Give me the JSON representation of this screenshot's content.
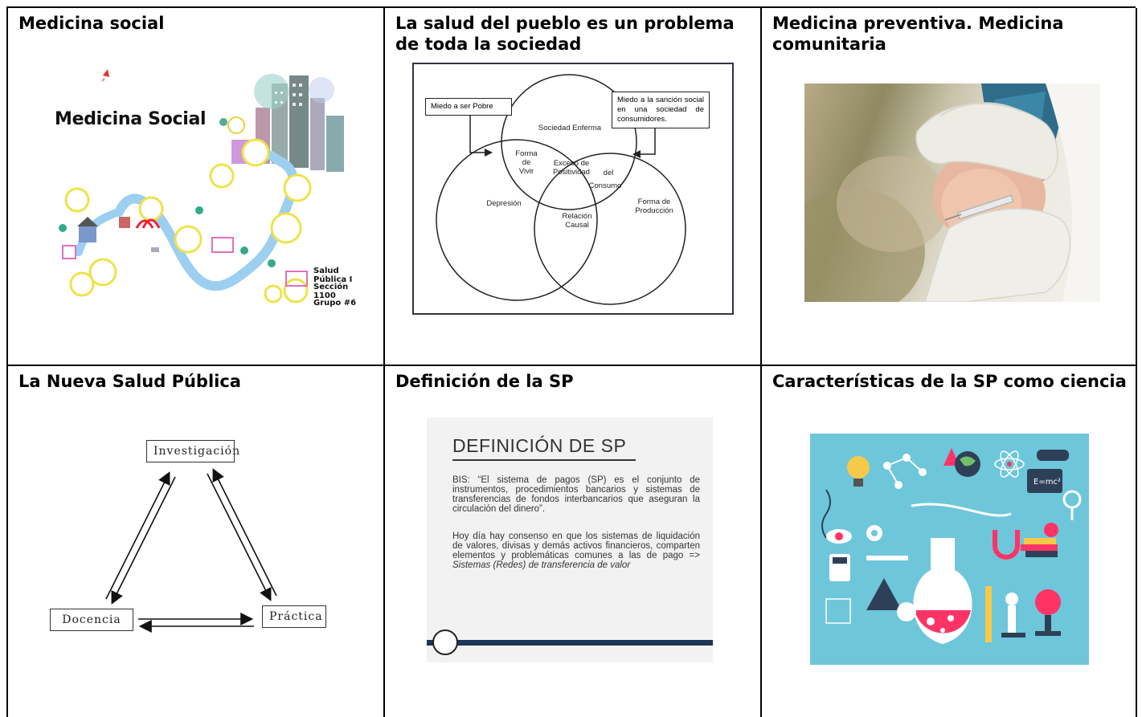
{
  "cells": {
    "c1": {
      "title": "Medicina social",
      "img_title": "Medicina Social",
      "img_sub1": "Salud Pública I",
      "img_sub2": "Sección 1100",
      "img_sub3": "Grupo #6"
    },
    "c2": {
      "title": "La salud del pueblo es un problema de toda la sociedad",
      "box_left": "Miedo a ser Pobre",
      "box_right": "Miedo a la sanción social en una sociedad de consumidores.",
      "circle_top": "Sociedad Enferma",
      "circle_left": "Depresión",
      "circle_right_1": "Forma de",
      "circle_right_2": "Producción",
      "inter_forma_1": "Forma",
      "inter_forma_2": "de",
      "inter_forma_3": "Vivir",
      "inter_exceso_1": "Exceso de",
      "inter_exceso_2": "Positividad",
      "inter_del": "del",
      "inter_consumo": "Consumo",
      "inter_relacion_1": "Relación",
      "inter_relacion_2": "Causal"
    },
    "c3": {
      "title": "Medicina preventiva. Medicina comunitaria"
    },
    "c4": {
      "title": "La Nueva Salud Pública",
      "node_top": "Investigación",
      "node_left": "Docencia",
      "node_right": "Práctica"
    },
    "c5": {
      "title": "Definición de la SP",
      "slide_title": "DEFINICIÓN DE SP",
      "para1": "BIS: “El sistema de pagos (SP) es el conjunto de instrumentos, procedimientos bancarios y sistemas de transferencias de fondos interbancarios que aseguran la circulación del dinero”.",
      "para2_a": "Hoy día hay consenso en que los sistemas de liquidación de valores, divisas y demás activos financieros, comparten elementos y problemáticas comunes a las de pago => ",
      "para2_b": "Sistemas (Redes) de transferencia de valor"
    },
    "c6": {
      "title": "Características de la SP como ciencia",
      "formula": "E=mc²"
    }
  },
  "colors": {
    "grid": "#000000",
    "slide_bar": "#1a3557",
    "science_bg": "#6ec6da"
  }
}
